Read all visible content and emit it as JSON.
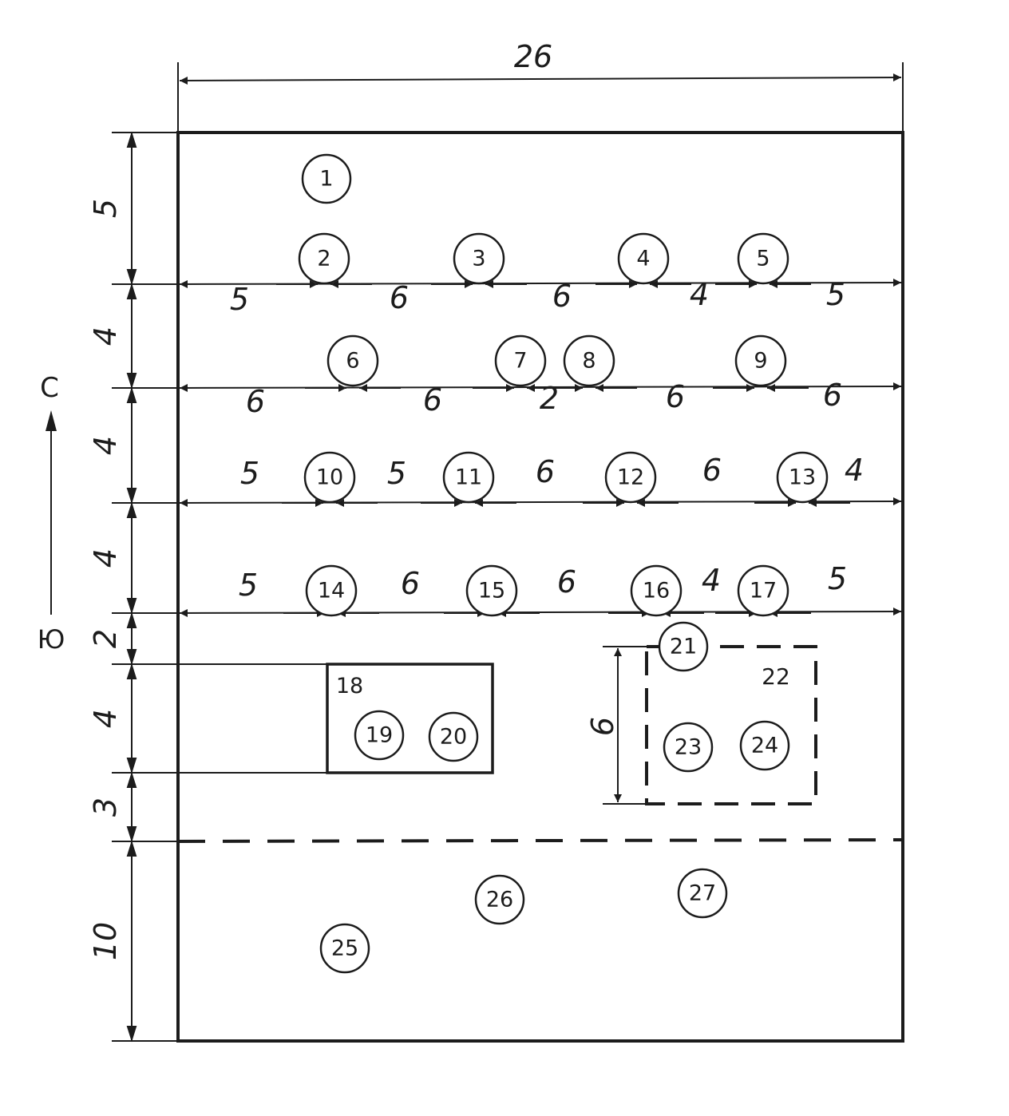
{
  "overall_width": "26",
  "compass": {
    "north": "С",
    "south": "Ю"
  },
  "side_dims": [
    "5",
    "4",
    "4",
    "4",
    "2",
    "4",
    "3",
    "10"
  ],
  "rows": [
    {
      "items": [
        "2",
        "3",
        "4",
        "5"
      ],
      "spacings": [
        "5",
        "6",
        "6",
        "4",
        "5"
      ]
    },
    {
      "items": [
        "6",
        "7",
        "8",
        "9"
      ],
      "spacings": [
        "6",
        "6",
        "2",
        "6",
        "6"
      ]
    },
    {
      "items": [
        "10",
        "11",
        "12",
        "13"
      ],
      "spacings": [
        "5",
        "5",
        "6",
        "6",
        "4"
      ]
    },
    {
      "items": [
        "14",
        "15",
        "16",
        "17"
      ],
      "spacings": [
        "5",
        "6",
        "6",
        "4",
        "5"
      ]
    }
  ],
  "top_item": "1",
  "room_18": {
    "label": "18",
    "items": [
      "19",
      "20"
    ]
  },
  "zone_22": {
    "label": "22",
    "items": [
      "21",
      "23",
      "24"
    ],
    "dim": "6"
  },
  "bottom_items": [
    "25",
    "26",
    "27"
  ]
}
